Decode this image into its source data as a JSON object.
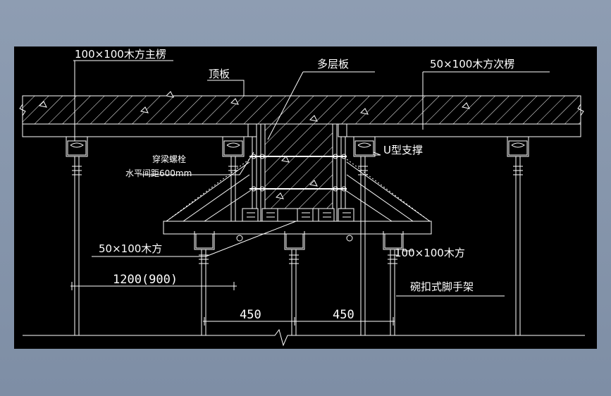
{
  "labels": {
    "main_joist": "100×100木方主楞",
    "top_slab": "顶板",
    "plywood": "多层板",
    "secondary_joist": "50×100木方次楞",
    "bolt_line1": "穿梁螺栓",
    "bolt_line2": "水平间距600mm",
    "u_support": "U型支撑",
    "timber_50": "50×100木方",
    "timber_100": "100×100木方",
    "scaffold": "碗扣式脚手架"
  },
  "dimensions": {
    "span": "1200(900)",
    "left_spacing": "450",
    "right_spacing": "450"
  },
  "colors": {
    "background": "#000000",
    "line": "#ffffff",
    "frame": "#8e9db2"
  }
}
